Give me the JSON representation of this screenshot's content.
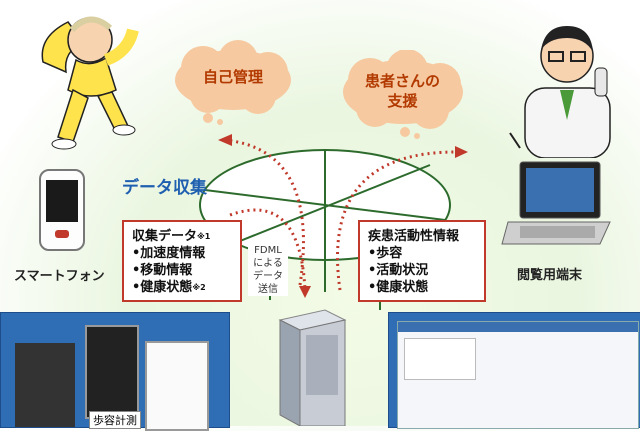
{
  "clouds": {
    "self_management": "自己管理",
    "patient_support_line1": "患者さんの",
    "patient_support_line2": "支援"
  },
  "center": {
    "data_collection": "データ収集",
    "fdml_lines": [
      "FDML",
      "による",
      "データ",
      "送信"
    ]
  },
  "collected_box": {
    "title": "収集データ",
    "title_note": "※1",
    "items": [
      {
        "label": "•加速度情報",
        "note": ""
      },
      {
        "label": "•移動情報",
        "note": ""
      },
      {
        "label": "•健康状態",
        "note": "※2"
      }
    ]
  },
  "disease_box": {
    "title": "疾患活動性情報",
    "items": [
      "•歩容",
      "•活動状況",
      "•健康状態"
    ]
  },
  "labels": {
    "smartphone": "スマートフォン",
    "viewer_terminal": "閲覧用端末",
    "gait_measure": "歩容計測"
  },
  "colors": {
    "cloud_fill": "#f6c9a0",
    "arrow": "#c0392b",
    "box_border": "#c0392b",
    "data_collection_text": "#1f5fb0",
    "ellipse_fill": "#ffffff",
    "ellipse_stroke": "#2d6b2d"
  }
}
